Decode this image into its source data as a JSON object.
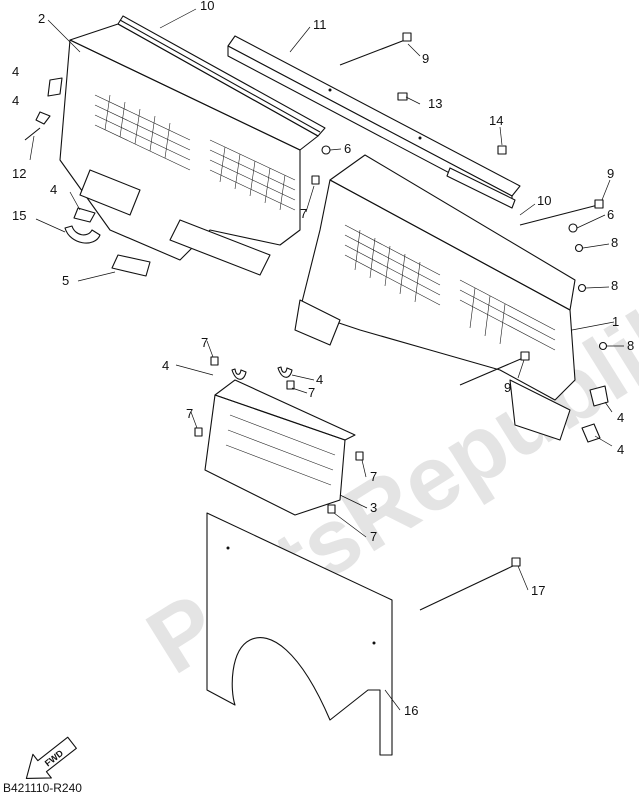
{
  "diagram_code": "B421110-R240",
  "watermark": "PartsRepublik",
  "fwd_label": "FWD",
  "callouts": [
    {
      "id": "c1",
      "label": "1"
    },
    {
      "id": "c2",
      "label": "2"
    },
    {
      "id": "c3",
      "label": "3"
    },
    {
      "id": "c4a",
      "label": "4"
    },
    {
      "id": "c4b",
      "label": "4"
    },
    {
      "id": "c4c",
      "label": "4"
    },
    {
      "id": "c4d",
      "label": "4"
    },
    {
      "id": "c4e",
      "label": "4"
    },
    {
      "id": "c4f",
      "label": "4"
    },
    {
      "id": "c4g",
      "label": "4"
    },
    {
      "id": "c5",
      "label": "5"
    },
    {
      "id": "c6a",
      "label": "6"
    },
    {
      "id": "c6b",
      "label": "6"
    },
    {
      "id": "c7a",
      "label": "7"
    },
    {
      "id": "c7b",
      "label": "7"
    },
    {
      "id": "c7c",
      "label": "7"
    },
    {
      "id": "c7d",
      "label": "7"
    },
    {
      "id": "c7e",
      "label": "7"
    },
    {
      "id": "c7f",
      "label": "7"
    },
    {
      "id": "c8a",
      "label": "8"
    },
    {
      "id": "c8b",
      "label": "8"
    },
    {
      "id": "c8c",
      "label": "8"
    },
    {
      "id": "c9a",
      "label": "9"
    },
    {
      "id": "c9b",
      "label": "9"
    },
    {
      "id": "c9c",
      "label": "9"
    },
    {
      "id": "c10a",
      "label": "10"
    },
    {
      "id": "c10b",
      "label": "10"
    },
    {
      "id": "c11",
      "label": "11"
    },
    {
      "id": "c12",
      "label": "12"
    },
    {
      "id": "c13",
      "label": "13"
    },
    {
      "id": "c14",
      "label": "14"
    },
    {
      "id": "c15",
      "label": "15"
    },
    {
      "id": "c16",
      "label": "16"
    },
    {
      "id": "c17",
      "label": "17"
    }
  ]
}
